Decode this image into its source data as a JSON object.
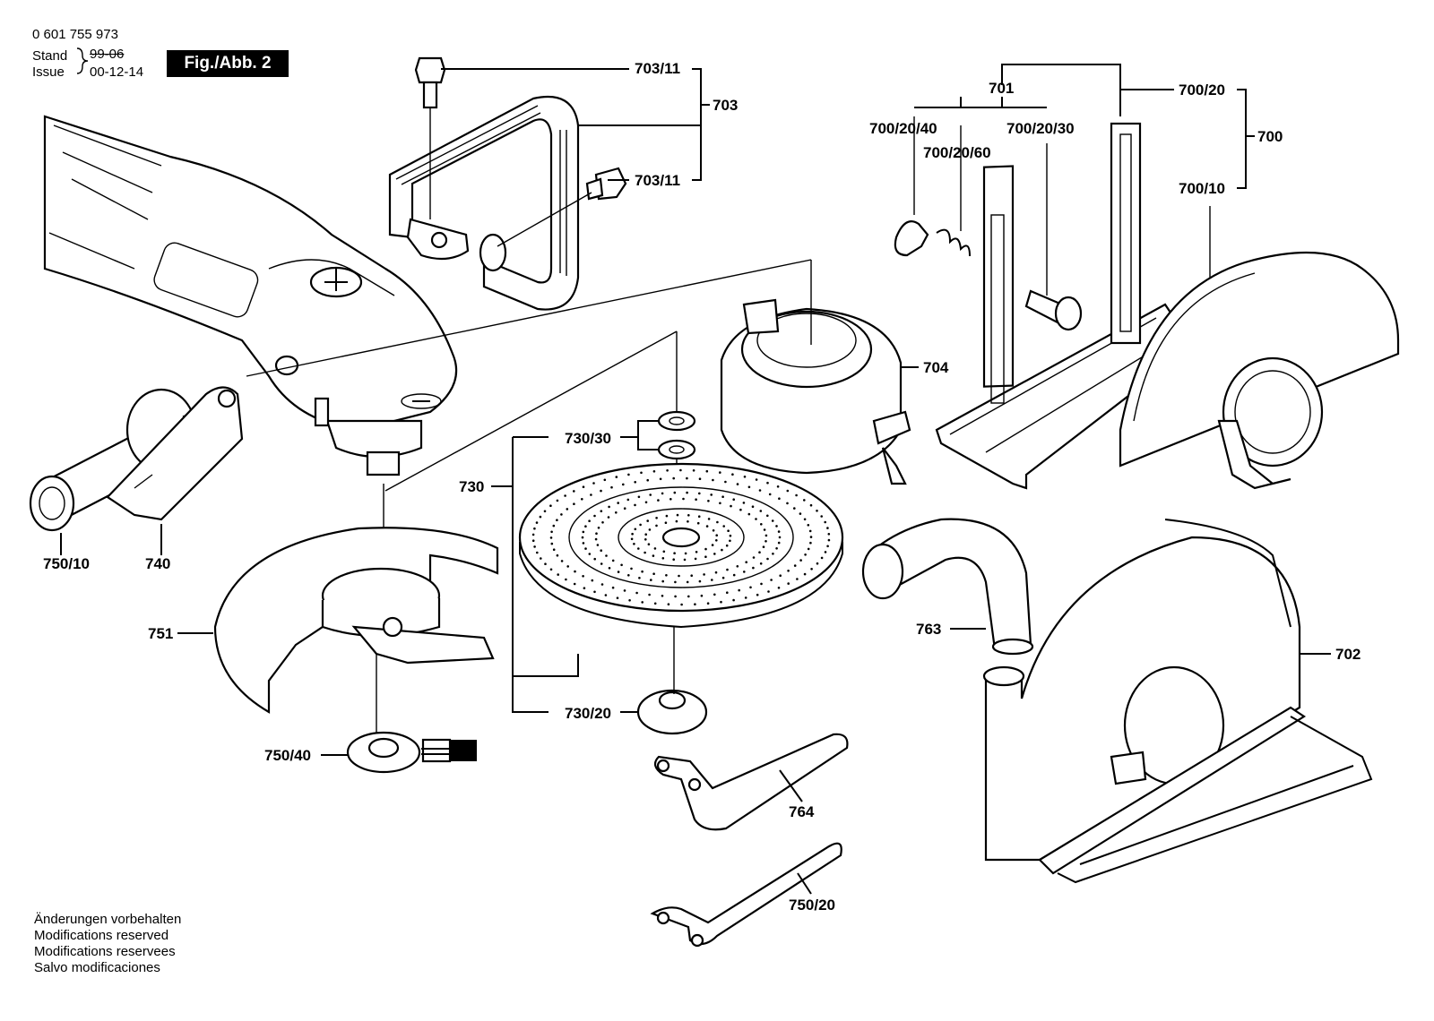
{
  "header": {
    "part_number": "0 601 755 973",
    "stand_label": "Stand",
    "stand_value": "99-06",
    "issue_label": "Issue",
    "issue_value": "00-12-14",
    "figure_label": "Fig./Abb. 2"
  },
  "callouts": {
    "c703_11_top": "703/11",
    "c703": "703",
    "c703_11_bottom": "703/11",
    "c701": "701",
    "c700_20": "700/20",
    "c700": "700",
    "c700_20_40": "700/20/40",
    "c700_20_60": "700/20/60",
    "c700_20_30": "700/20/30",
    "c700_10": "700/10",
    "c704": "704",
    "c730_30": "730/30",
    "c730": "730",
    "c730_20": "730/20",
    "c750_10": "750/10",
    "c740": "740",
    "c751": "751",
    "c750_40": "750/40",
    "c763": "763",
    "c702": "702",
    "c764": "764",
    "c750_20": "750/20"
  },
  "notes": [
    "Änderungen vorbehalten",
    "Modifications reserved",
    "Modifications reservees",
    "Salvo modificaciones"
  ]
}
